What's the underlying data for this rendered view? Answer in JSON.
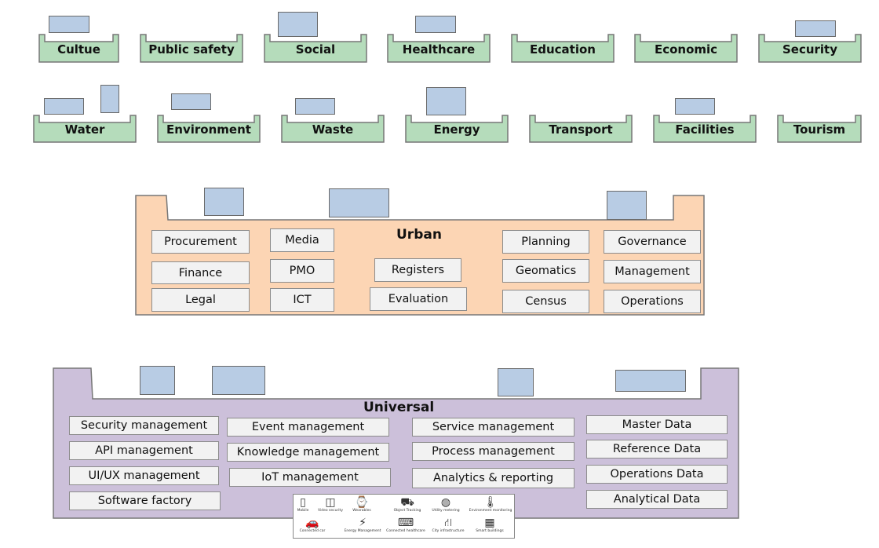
{
  "colors": {
    "green": "#b5dcbb",
    "peach": "#fcd5b4",
    "lavender": "#ccc0da",
    "blue": "#b8cce4",
    "cell": "#f2f2f2"
  },
  "domains_row1": [
    "Cultue",
    "Public safety",
    "Social",
    "Healthcare",
    "Education",
    "Economic",
    "Security"
  ],
  "domains_row2": [
    "Water",
    "Environment",
    "Waste",
    "Energy",
    "Transport",
    "Facilities",
    "Tourism"
  ],
  "urban": {
    "title": "Urban",
    "items": [
      "Procurement",
      "Media",
      "Planning",
      "Governance",
      "Finance",
      "PMO",
      "Registers",
      "Geomatics",
      "Management",
      "Legal",
      "ICT",
      "Evaluation",
      "Census",
      "Operations"
    ]
  },
  "universal": {
    "title": "Universal",
    "items": [
      "Security management",
      "Event management",
      "Service management",
      "Master Data",
      "API management",
      "Knowledge management",
      "Process management",
      "Reference Data",
      "UI/UX management",
      "IoT management",
      "Analytics & reporting",
      "Operations Data",
      "Software factory",
      "Analytical Data"
    ]
  },
  "icons": [
    {
      "label": "Mobile",
      "icon": "mobile-icon",
      "glyph": "▯"
    },
    {
      "label": "Video security",
      "icon": "camera-icon",
      "glyph": "◫"
    },
    {
      "label": "Wearables",
      "icon": "watch-icon",
      "glyph": "⌚"
    },
    {
      "label": "Object Tracking",
      "icon": "tracking-icon",
      "glyph": "⛟"
    },
    {
      "label": "Utility metering",
      "icon": "meter-icon",
      "glyph": "◍"
    },
    {
      "label": "Environment monitoring",
      "icon": "thermometer-icon",
      "glyph": "🌡"
    },
    {
      "label": "Connected car",
      "icon": "car-icon",
      "glyph": "🚗"
    },
    {
      "label": "Energy Management",
      "icon": "lightning-icon",
      "glyph": "⚡"
    },
    {
      "label": "Connected healthcare",
      "icon": "laptop-icon",
      "glyph": "⌨"
    },
    {
      "label": "City infrastructure",
      "icon": "streetlight-icon",
      "glyph": "⛙"
    },
    {
      "label": "Smart buildings",
      "icon": "buildings-icon",
      "glyph": "▦"
    }
  ]
}
